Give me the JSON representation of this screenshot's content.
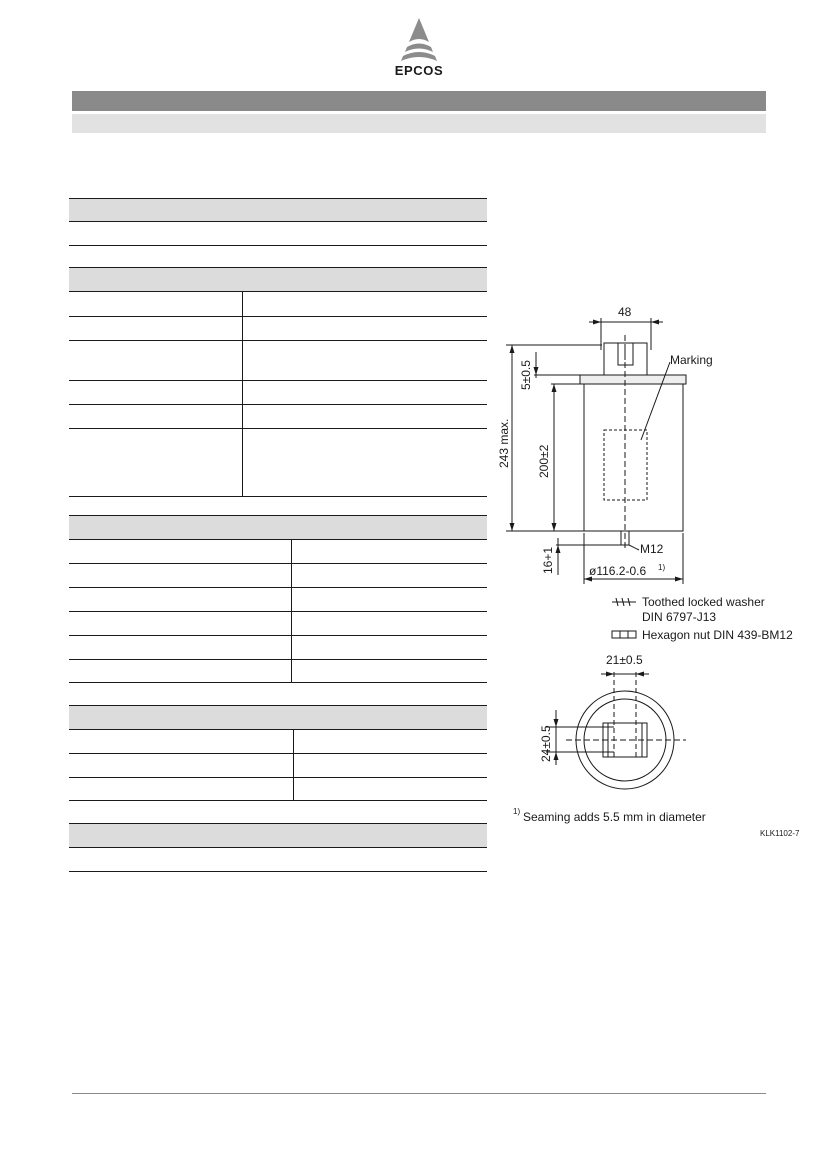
{
  "header": {
    "brand": "EPCOS"
  },
  "drawing": {
    "dim_width_top": "48",
    "label_marking": "Marking",
    "dim_5": "5±0.5",
    "dim_243": "243 max.",
    "dim_200": "200±2",
    "dim_16": "16+1",
    "thread": "M12",
    "dim_dia": "ø116.2-0.6",
    "footnote_ref": "1)",
    "legend_washer_1": "Toothed locked washer",
    "legend_washer_2": "DIN 6797-J13",
    "legend_nut": "Hexagon nut DIN 439-BM12",
    "dim_21": "21±0.5",
    "dim_24": "24±0.5",
    "footnote_mark": "1)",
    "footnote_text": "Seaming adds 5.5 mm in diameter",
    "drawing_code": "KLK1102-7"
  },
  "colors": {
    "band_dark": "#8a8a8a",
    "band_light": "#e2e2e2",
    "section_head": "#dcdcdc",
    "line": "#1a1a1a"
  }
}
